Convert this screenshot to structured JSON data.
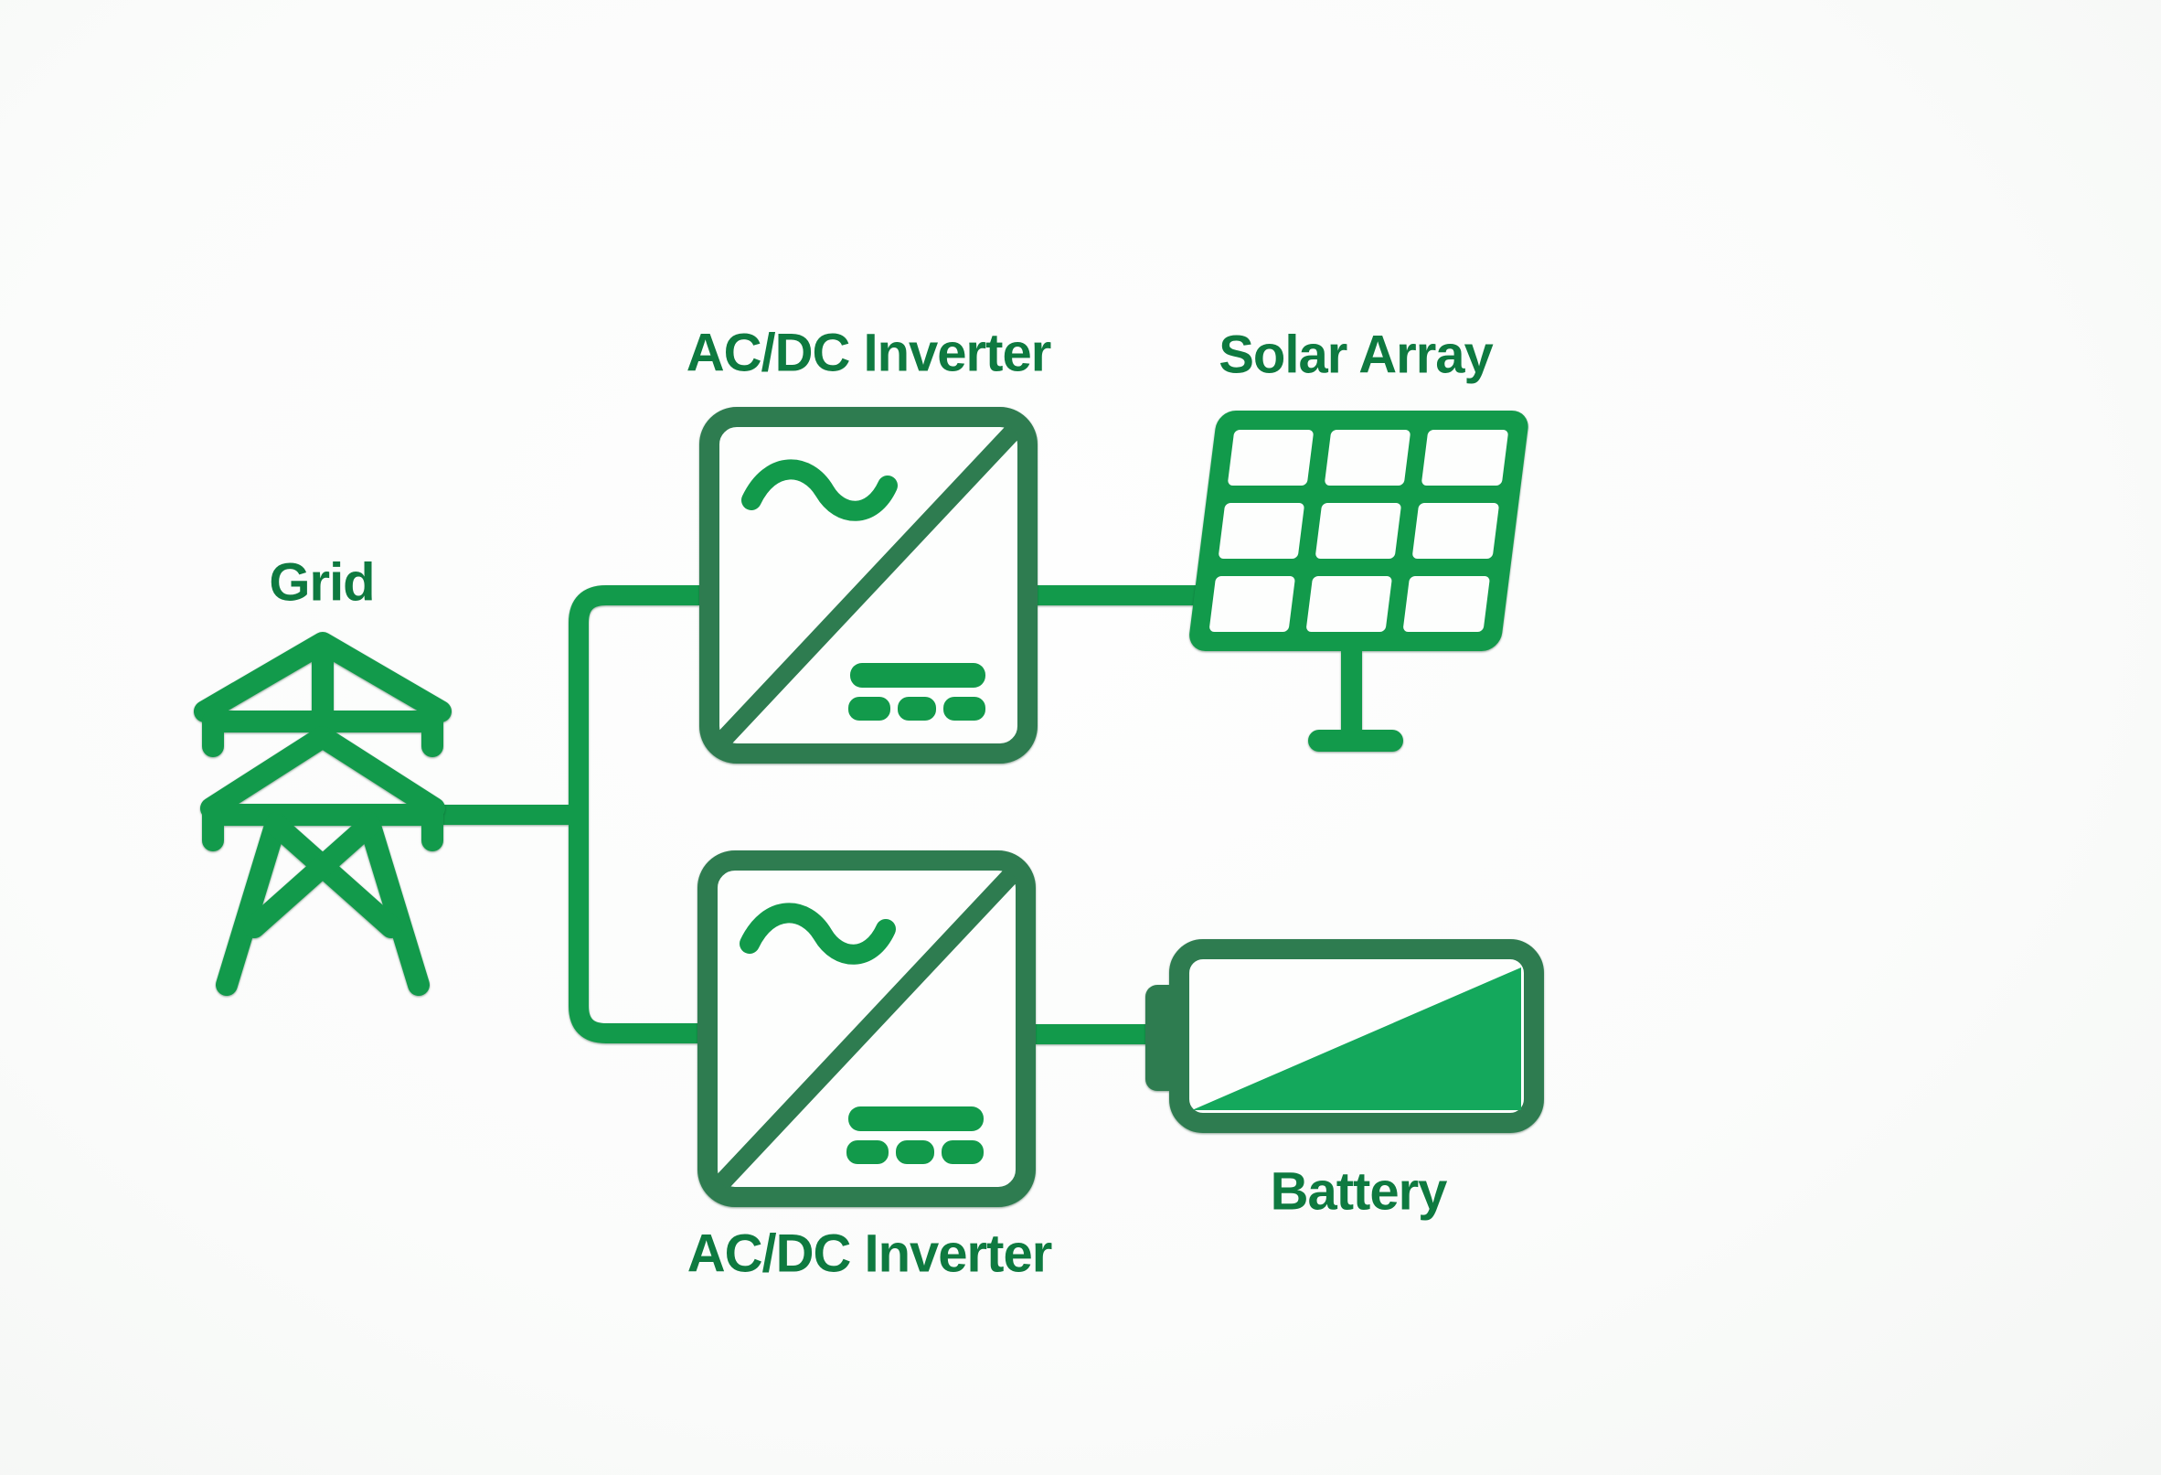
{
  "diagram_title": "",
  "colors": {
    "background": "#fbfcfb",
    "green_bright": "#129a4b",
    "green_dark": "#2e7c50",
    "green_label": "#0e7a40",
    "battery_charge": "#14a85c",
    "white": "#fdfefd"
  },
  "nodes": {
    "grid": {
      "label": "Grid",
      "icon": "transmission-tower-icon"
    },
    "inverter_top": {
      "label": "AC/DC Inverter",
      "icon": "ac-dc-inverter-icon",
      "symbols": [
        "ac-sine-wave",
        "dc-dashed-line"
      ]
    },
    "solar_array": {
      "label": "Solar Array",
      "icon": "solar-panel-icon",
      "panel_grid": "3x3"
    },
    "inverter_bottom": {
      "label": "AC/DC Inverter",
      "icon": "ac-dc-inverter-icon",
      "symbols": [
        "ac-sine-wave",
        "dc-dashed-line"
      ]
    },
    "battery": {
      "label": "Battery",
      "icon": "battery-icon",
      "charge_indicator": "diagonal-half-fill"
    }
  },
  "connections": [
    {
      "from": "grid",
      "to": "inverter_top"
    },
    {
      "from": "grid",
      "to": "inverter_bottom"
    },
    {
      "from": "inverter_top",
      "to": "solar_array"
    },
    {
      "from": "inverter_bottom",
      "to": "battery"
    }
  ]
}
